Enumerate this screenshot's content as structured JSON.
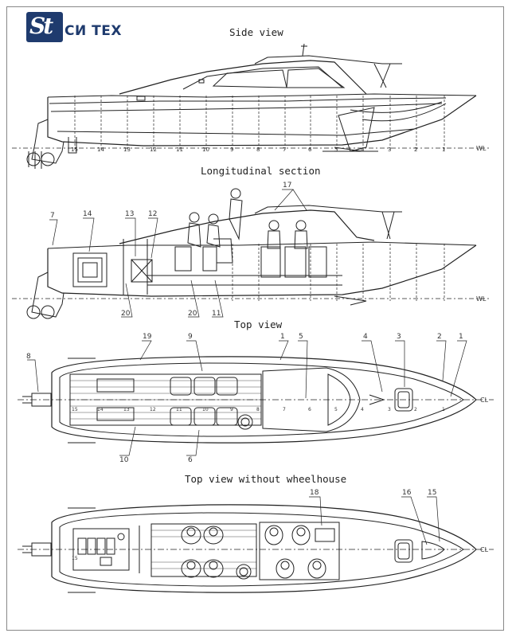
{
  "logo": {
    "mark": "St",
    "text": "СИ ТЕХ"
  },
  "views": {
    "side": "Side view",
    "longitudinal": "Longitudinal section",
    "top": "Top view",
    "top_no_wheelhouse": "Top view without wheelhouse"
  },
  "waterline_label": "WL",
  "centerline_label": "CL",
  "stations": [
    "1",
    "2",
    "3",
    "4",
    "5",
    "6",
    "7",
    "8",
    "9",
    "10",
    "11",
    "12",
    "13",
    "14",
    "15"
  ],
  "callouts": {
    "c1": "1",
    "c2": "2",
    "c3": "3",
    "c4": "4",
    "c5": "5",
    "c6": "6",
    "c7": "7",
    "c8": "8",
    "c9": "9",
    "c10": "10",
    "c11": "11",
    "c12": "12",
    "c13": "13",
    "c14": "14",
    "c15": "15",
    "c16": "16",
    "c17": "17",
    "c18": "18",
    "c19": "19",
    "c20": "20"
  }
}
